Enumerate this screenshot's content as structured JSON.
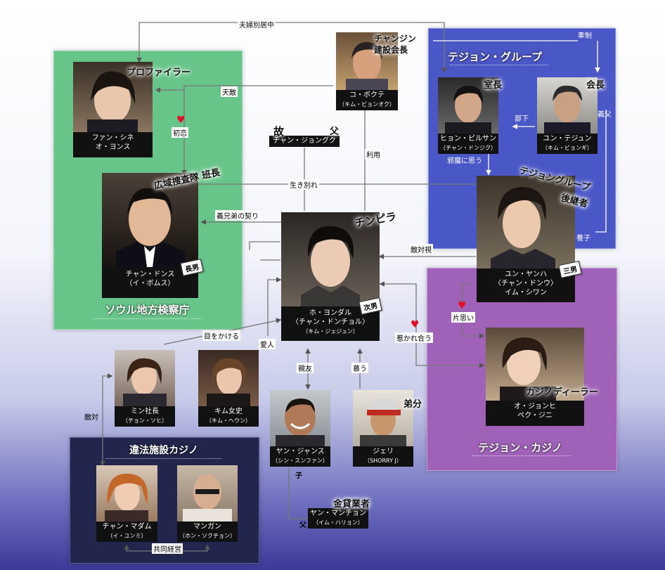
{
  "groups": {
    "seoul": "ソウル地方検察庁",
    "taejon_group": "テジョン・グループ",
    "taejon_casino": "テジョン・カジノ",
    "illegal_casino": "違法施設カジノ"
  },
  "people": {
    "sine": {
      "role": "プロファイラー",
      "name": "ファン・シネ",
      "actor": "オ・ヨンス"
    },
    "dongsu": {
      "role": "広域捜査隊 班長",
      "name": "チャン・ドンス",
      "actor": "（イ・ボムス）",
      "tag": "長男"
    },
    "bokte": {
      "role_line1": "チャンジン",
      "role_line2": "建設会長",
      "name": "コ・ボクテ",
      "actor": "（キム・ビョンオク）"
    },
    "jonggu": {
      "role_left": "故",
      "role_right": "父",
      "name": "チャン・ジョングク"
    },
    "yongdal": {
      "role": "チンピラ",
      "name": "ホ・ヨンダル",
      "name2": "〈チャン・ドンチョル〉",
      "actor": "（キム・ジェジュン）",
      "tag": "次男"
    },
    "pilsan": {
      "role": "室長",
      "name": "ヒョン・ピルサン",
      "actor": "（チャン・ドンジク）"
    },
    "taejin": {
      "role": "会長",
      "name": "ユン・テジュン",
      "actor": "（キム・ビョンギ）"
    },
    "yangha": {
      "role_line1": "テジョングループ",
      "role_line2": "後継者",
      "name": "ユン・ヤンハ",
      "name2": "〈チャン・ドンウ〉",
      "actor": "イム・シワン",
      "tag": "三男"
    },
    "jonghee": {
      "role": "カジノディーラー",
      "name": "オ・ジョンヒ",
      "actor": "ペク・ジニ"
    },
    "min": {
      "name": "ミン社長",
      "actor": "（チョン・ソヒ）"
    },
    "kim": {
      "name": "キム女史",
      "actor": "（キム・ヘウン）"
    },
    "jans": {
      "name": "ヤン・ジャンス",
      "actor": "（シン・スンファン）"
    },
    "jeri": {
      "role": "弟分",
      "name": "ジェリ",
      "actor": "（SHORRY J）"
    },
    "madam": {
      "name": "チャン・マダム",
      "actor": "（イ・ユンミ）"
    },
    "mangan": {
      "name": "マンガン",
      "actor": "（ホン・ソクチョン）"
    },
    "manchon": {
      "role": "金貸業者",
      "name": "ヤン・マンチョン",
      "actor": "（イム・ハリョン）"
    }
  },
  "relations": {
    "separated": "夫婦別居中",
    "restraint": "牽制",
    "rival": "天敵",
    "first_love": "初恋",
    "subordinate": "部下",
    "father_in_law": "義父",
    "obstacle": "邪魔に思う",
    "use": "利用",
    "separated_birth": "生き別れ",
    "sworn_brothers": "義兄弟の契り",
    "adopted": "養子",
    "hostility": "敵対視",
    "crush": "片思い",
    "attracted": "惹かれ合う",
    "favor": "目をかける",
    "lover": "愛人",
    "best_friend": "親友",
    "admire": "慕う",
    "enemy": "敵対",
    "child": "子",
    "father": "父",
    "joint": "共同経営"
  }
}
